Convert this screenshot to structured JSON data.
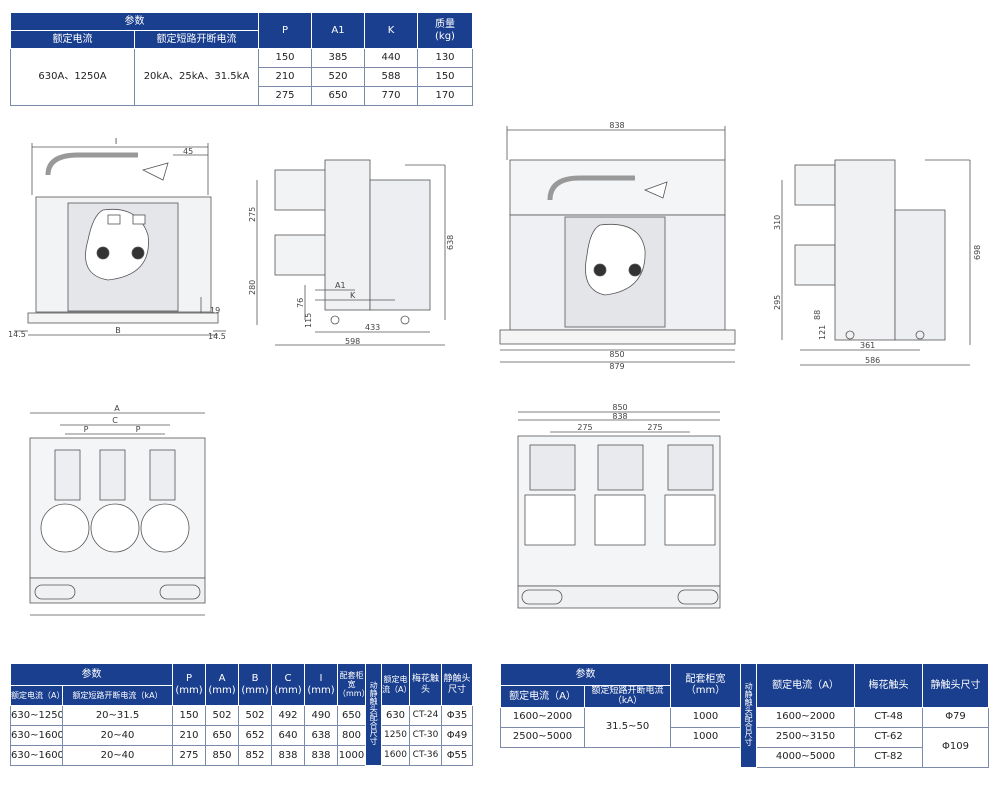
{
  "top_table": {
    "params": "参数",
    "rated_current": "额定电流",
    "rated_breaking": "额定短路开断电流",
    "col_p": "P",
    "col_a1": "A1",
    "col_k": "K",
    "col_mass_1": "质量",
    "col_mass_2": "(kg)",
    "current_value": "630A、1250A",
    "breaking_value": "20kA、25kA、31.5kA",
    "rows": [
      {
        "p": "150",
        "a1": "385",
        "k": "440",
        "mass": "130"
      },
      {
        "p": "210",
        "a1": "520",
        "k": "588",
        "mass": "150"
      },
      {
        "p": "275",
        "a1": "650",
        "k": "770",
        "mass": "170"
      }
    ]
  },
  "drawings": {
    "d1": {
      "i": "I",
      "d45": "45",
      "b": "B",
      "l145": "14.5",
      "r145": "14.5",
      "d19": "19"
    },
    "d2": {
      "d275": "275",
      "d280": "280",
      "d76": "76",
      "d115": "115",
      "d638": "638",
      "a1": "A1",
      "k": "K",
      "d433": "433",
      "d598": "598"
    },
    "d3": {
      "d838": "838",
      "d850": "850",
      "d879": "879"
    },
    "d4": {
      "d310": "310",
      "d295": "295",
      "d88": "88",
      "d121": "121",
      "d698": "698",
      "d361": "361",
      "d586": "586"
    },
    "d5": {
      "a": "A",
      "c": "C",
      "p1": "P",
      "p2": "P"
    },
    "d6": {
      "d850": "850",
      "d838": "838",
      "d275a": "275",
      "d275b": "275"
    }
  },
  "bottom_left": {
    "params": "参数",
    "rated_current": "额定电流（A）",
    "rated_breaking": "额定短路开断电流（kA）",
    "p": "P",
    "p_u": "(mm)",
    "a": "A",
    "a_u": "(mm)",
    "b": "B",
    "b_u": "(mm)",
    "c": "C",
    "c_u": "(mm)",
    "i": "I",
    "i_u": "(mm)",
    "cab": "配套柜宽（mm）",
    "contact": "动静触头配合尺寸",
    "rc2": "额定电流（A）",
    "plum": "梅花触头",
    "static": "静触头尺寸",
    "rows": [
      {
        "cur": "630~1250",
        "brk": "20~31.5",
        "p": "150",
        "a": "502",
        "b": "502",
        "c": "492",
        "i": "490",
        "w": "650",
        "rc": "630",
        "plum": "CT-24",
        "st": "Φ35"
      },
      {
        "cur": "630~1600",
        "brk": "20~40",
        "p": "210",
        "a": "650",
        "b": "652",
        "c": "640",
        "i": "638",
        "w": "800",
        "rc": "1250",
        "plum": "CT-30",
        "st": "Φ49"
      },
      {
        "cur": "630~1600",
        "brk": "20~40",
        "p": "275",
        "a": "850",
        "b": "852",
        "c": "838",
        "i": "838",
        "w": "1000",
        "rc": "1600",
        "plum": "CT-36",
        "st": "Φ55"
      }
    ]
  },
  "bottom_right": {
    "params": "参数",
    "rated_current": "额定电流（A）",
    "rated_breaking": "额定短路开断电流（kA）",
    "cab": "配套柜宽（mm）",
    "contact": "动静触头配合尺寸",
    "rc2": "额定电流（A）",
    "plum": "梅花触头",
    "static": "静触头尺寸",
    "rows": [
      {
        "cur": "1600~2000",
        "brk": "31.5~50",
        "w": "1000",
        "rc": "1600~2000",
        "plum": "CT-48",
        "st": "Φ79"
      },
      {
        "cur": "2500~5000",
        "w": "1000",
        "rc": "2500~3150",
        "plum": "CT-62",
        "st": "Φ109"
      },
      {
        "rc": "4000~5000",
        "plum": "CT-82"
      }
    ]
  }
}
